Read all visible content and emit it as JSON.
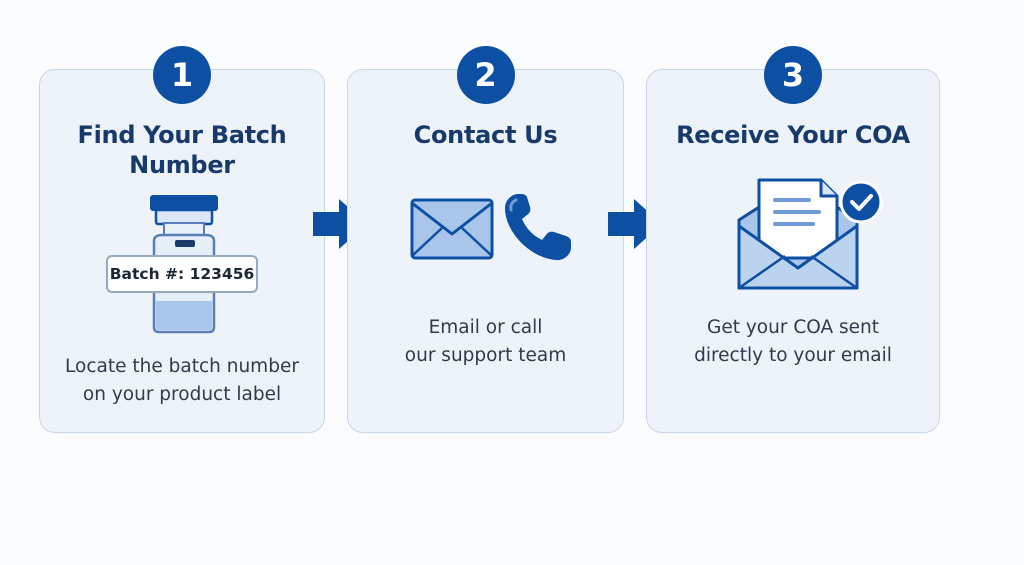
{
  "steps": [
    {
      "number": "1",
      "title_line1": "Find Your Batch",
      "title_line2": "Number",
      "icon": "vial-icon",
      "batch_label": "Batch #: 123456",
      "desc_line1": "Locate the batch number",
      "desc_line2": "on your product label"
    },
    {
      "number": "2",
      "title_line1": "Contact Us",
      "icons": [
        "envelope-icon",
        "phone-icon"
      ],
      "desc_line1": "Email or call",
      "desc_line2": "our support team"
    },
    {
      "number": "3",
      "title_line1": "Receive Your COA",
      "icon": "open-envelope-document-check-icon",
      "desc_line1": "Get your COA sent",
      "desc_line2": "directly to your email"
    }
  ],
  "colors": {
    "primary": "#0d4fa3",
    "title": "#173a6b",
    "card_bg": "#eef3f9",
    "icon_fill": "#a9c6ea"
  }
}
